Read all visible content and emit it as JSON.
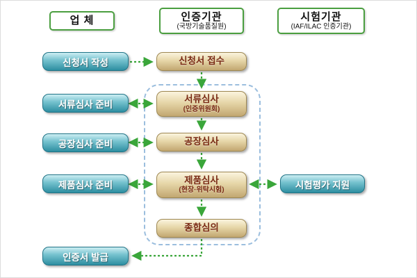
{
  "diagram": {
    "columns": [
      {
        "title": "업 체",
        "subtitle": ""
      },
      {
        "title": "인증기관",
        "subtitle": "(국방기술품질원)"
      },
      {
        "title": "시험기관",
        "subtitle": "(IAF/ILAC 인증기관)"
      }
    ],
    "company_steps": [
      {
        "label": "신청서 작성"
      },
      {
        "label": "서류심사 준비"
      },
      {
        "label": "공장심사 준비"
      },
      {
        "label": "제품심사 준비"
      },
      {
        "label": "인증서 발급"
      }
    ],
    "certifier_steps": [
      {
        "label": "신청서 접수",
        "subtitle": ""
      },
      {
        "label": "서류심사",
        "subtitle": "(인증위원회)"
      },
      {
        "label": "공장심사",
        "subtitle": ""
      },
      {
        "label": "제품심사",
        "subtitle": "(현장·위탁시험)"
      },
      {
        "label": "종합심의",
        "subtitle": ""
      }
    ],
    "tester_steps": [
      {
        "label": "시험평가 지원"
      }
    ],
    "colors": {
      "arrow_green": "#3aa63a",
      "dashed_outline_blue": "#9bbede",
      "header_border_green": "#4a9e3f",
      "company_box_teal": "#2e8ea1",
      "certifier_box_tan": "#c2a771",
      "certifier_text_brown": "#7a2b14"
    }
  }
}
